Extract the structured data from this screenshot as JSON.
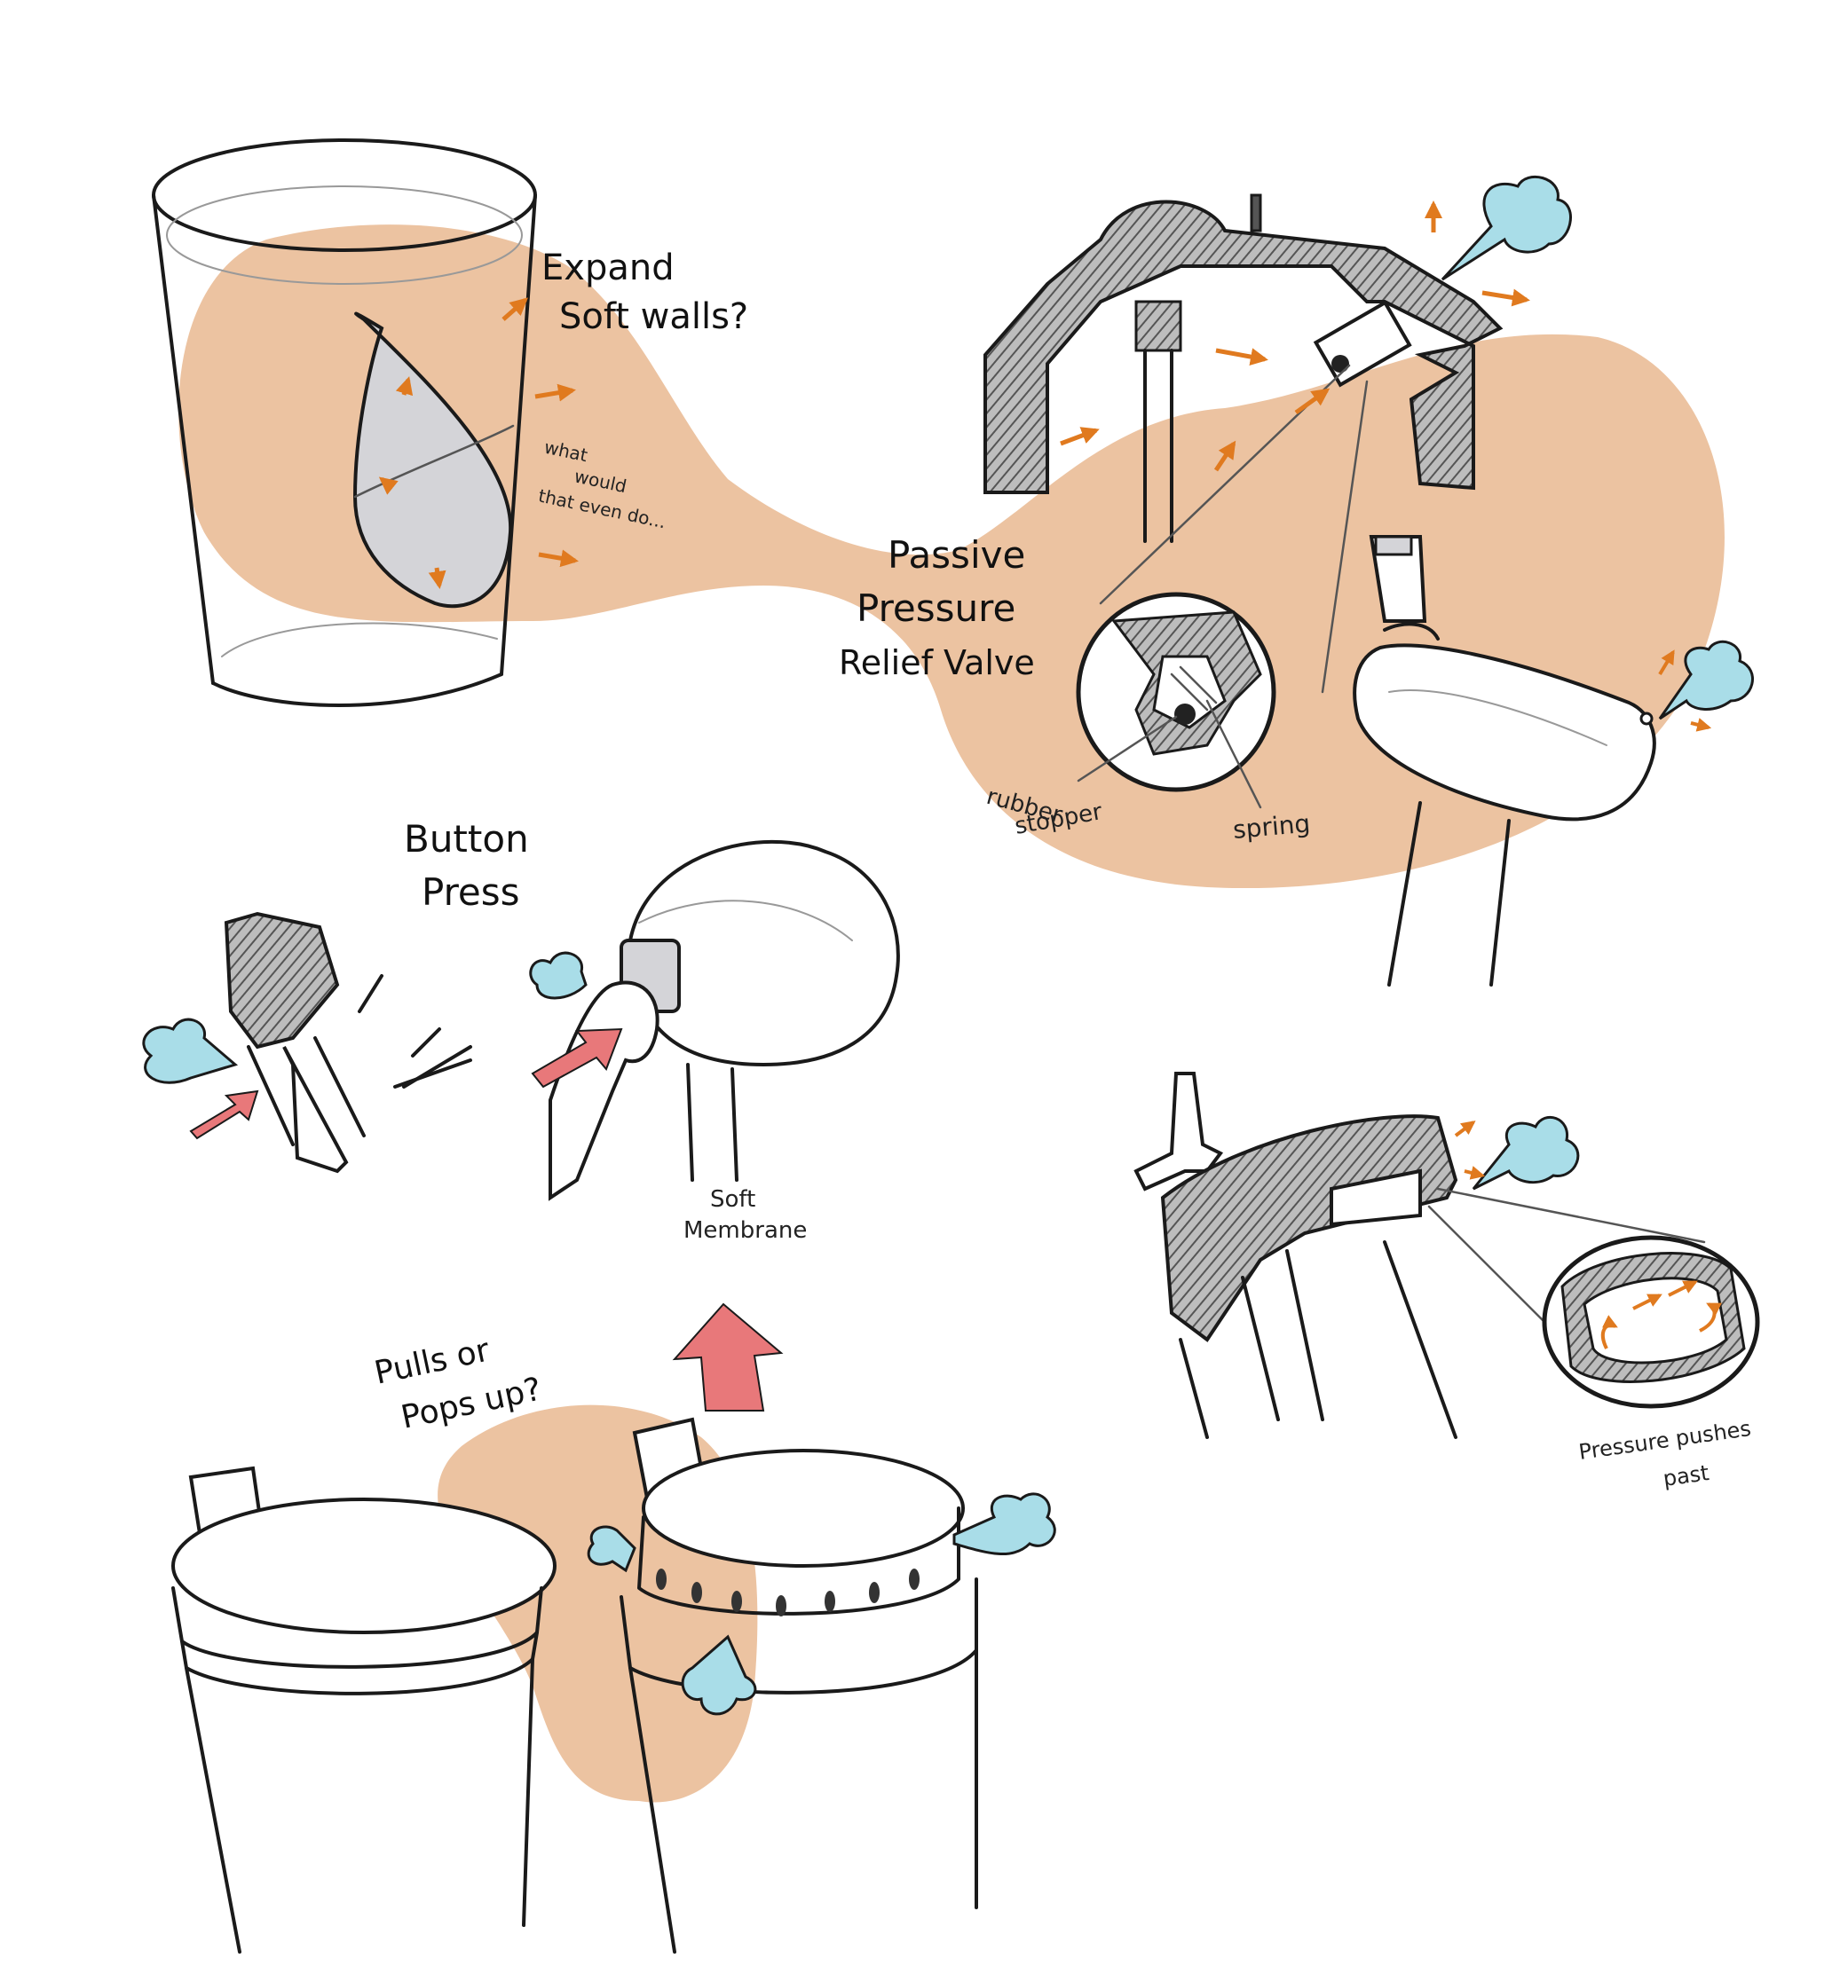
{
  "labels": {
    "expand_soft_walls": [
      "Expand",
      "Soft walls?"
    ],
    "what_would_that_even_do": [
      "what",
      "would",
      "that even do..."
    ],
    "passive_pressure_relief_valve": [
      "Passive",
      "Pressure",
      "Relief Valve"
    ],
    "rubber_stopper": [
      "rubber",
      "stopper"
    ],
    "spring": "spring",
    "button_press": [
      "Button",
      "Press"
    ],
    "soft_membrane": [
      "Soft",
      "Membrane"
    ],
    "pulls_or_pops_up": [
      "Pulls or",
      "Pops up?"
    ],
    "pressure_pushes_past": [
      "Pressure pushes",
      "past"
    ]
  },
  "colors": {
    "background_blob": "#ecc3a1",
    "motion_arrow": "#e07a1f",
    "press_arrow": "#e8787a",
    "air_puff": "#a9dde8",
    "ink": "#1a1a1a",
    "shade": "#8a8a8a"
  },
  "icons": {
    "air_puff": "cloud-puff-icon",
    "motion_arrow": "orange-arrow-icon",
    "press_arrow": "red-arrow-icon"
  }
}
